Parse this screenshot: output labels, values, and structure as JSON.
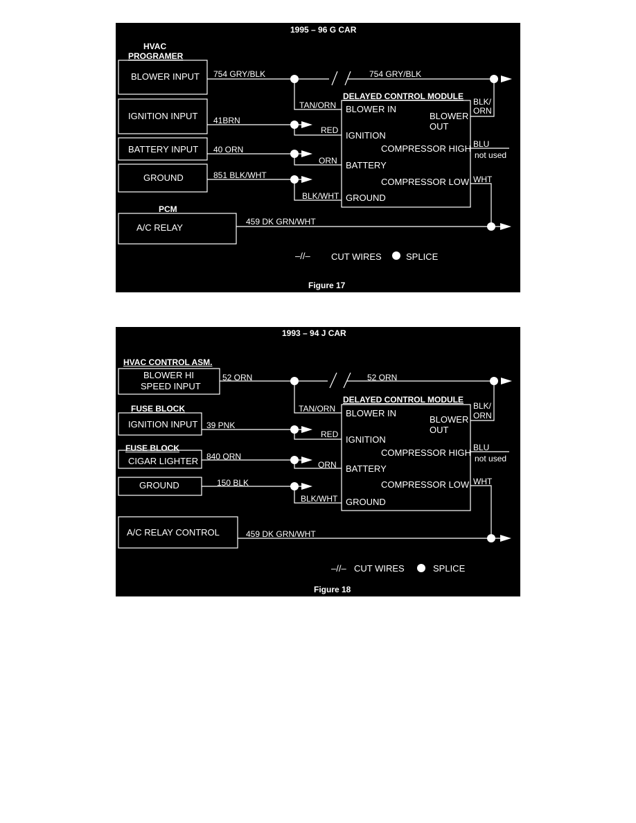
{
  "figure17": {
    "car_title": "1995 – 96  G CAR",
    "source_header_line1": "HVAC",
    "source_header_line2": "PROGRAMER",
    "blower_input": "BLOWER INPUT",
    "ignition_input": "IGNITION INPUT",
    "battery_input": "BATTERY INPUT",
    "ground": "GROUND",
    "pcm_header": "PCM",
    "ac_relay": "A/C RELAY",
    "wire_blower_left": "754 GRY/BLK",
    "wire_blower_right": "754 GRY/BLK",
    "wire_ignition": "41BRN",
    "wire_battery": "40 ORN",
    "wire_ground": "851 BLK/WHT",
    "wire_relay": "459  DK GRN/WHT",
    "tan_orn": "TAN/ORN",
    "red": "RED",
    "orn": "ORN",
    "blk_wht": "BLK/WHT",
    "module_title": "DELAYED CONTROL MODULE",
    "blower_in": "BLOWER IN",
    "ignition": "IGNITION",
    "battery": "BATTERY",
    "ground_pin": "GROUND",
    "blower_out_1": "BLOWER",
    "blower_out_2": "OUT",
    "compressor_high": "COMPRESSOR HIGH",
    "compressor_low": "COMPRESSOR LOW",
    "blk_orn_1": "BLK/",
    "blk_orn_2": "ORN",
    "blu": "BLU",
    "not_used": "not used",
    "wht": "WHT",
    "legend_cut_symbol": "–//–",
    "legend_cut": "CUT WIRES",
    "legend_splice": "SPLICE",
    "caption": "Figure 17"
  },
  "figure18": {
    "car_title": "1993 – 94  J CAR",
    "hvac_header": "HVAC CONTROL ASM.",
    "blower_hi_1": "BLOWER HI",
    "blower_hi_2": "SPEED INPUT",
    "fuse_block_1": "FUSE BLOCK",
    "ignition_input": "IGNITION INPUT",
    "fuse_block_2": "FUSE BLOCK",
    "cigar_lighter": "CIGAR LIGHTER",
    "ground": "GROUND",
    "ac_relay_control": "A/C RELAY CONTROL",
    "wire_blower_left": "52 ORN",
    "wire_blower_right": "52 ORN",
    "wire_ignition": "39 PNK",
    "wire_battery": "840 ORN",
    "wire_ground": "150 BLK",
    "wire_relay": "459  DK GRN/WHT",
    "tan_orn": "TAN/ORN",
    "red": "RED",
    "orn": "ORN",
    "blk_wht": "BLK/WHT",
    "module_title": "DELAYED CONTROL MODULE",
    "blower_in": "BLOWER IN",
    "ignition": "IGNITION",
    "battery": "BATTERY",
    "ground_pin": "GROUND",
    "blower_out_1": "BLOWER",
    "blower_out_2": "OUT",
    "compressor_high": "COMPRESSOR HIGH",
    "compressor_low": "COMPRESSOR LOW",
    "blk_orn_1": "BLK/",
    "blk_orn_2": "ORN",
    "blu": "BLU",
    "not_used": "not used",
    "wht": "WHT",
    "legend_cut_symbol": "–//–",
    "legend_cut": "CUT WIRES",
    "legend_splice": "SPLICE",
    "caption": "Figure 18"
  }
}
